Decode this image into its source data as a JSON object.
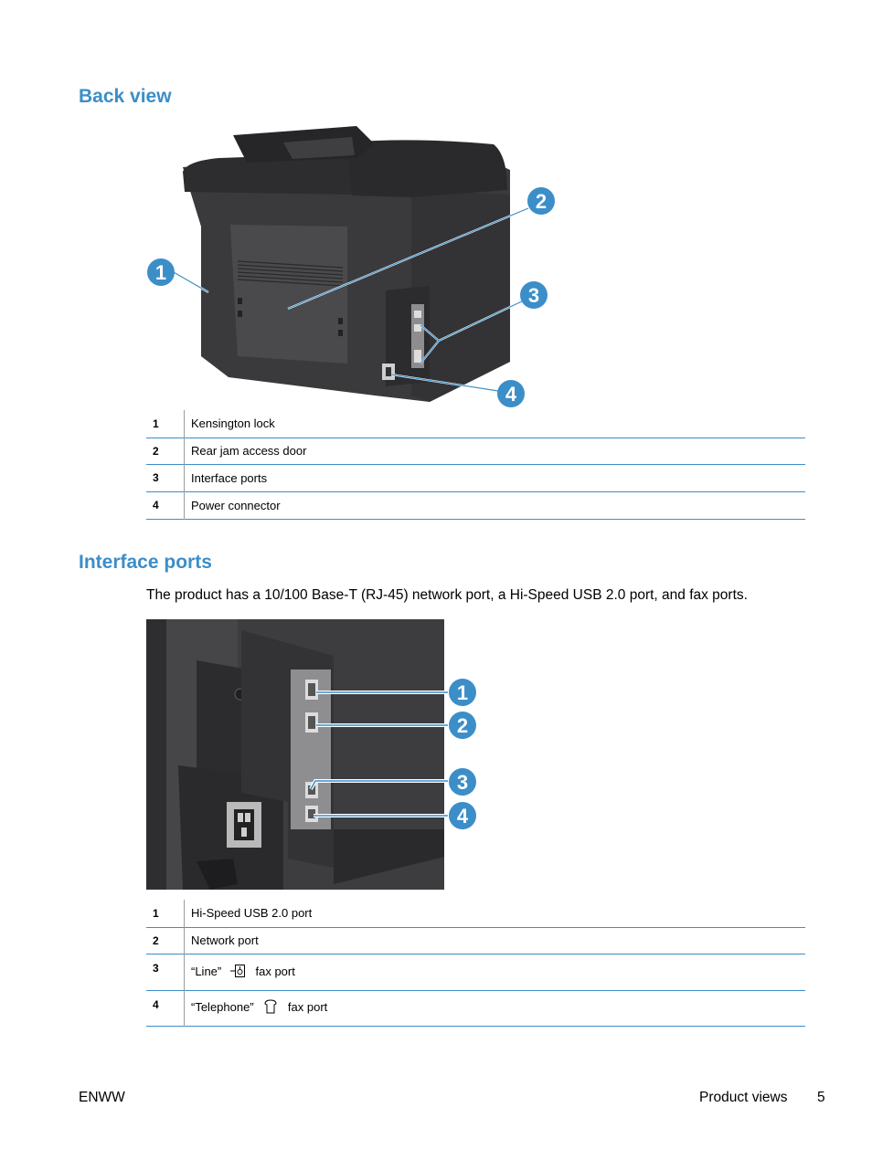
{
  "back_view": {
    "heading": "Back view",
    "callout_numbers": [
      "1",
      "2",
      "3",
      "4"
    ],
    "items": [
      {
        "num": "1",
        "label": "Kensington lock"
      },
      {
        "num": "2",
        "label": "Rear jam access door"
      },
      {
        "num": "3",
        "label": "Interface ports"
      },
      {
        "num": "4",
        "label": "Power connector"
      }
    ]
  },
  "interface_ports": {
    "heading": "Interface ports",
    "intro": "The product has a 10/100 Base-T (RJ-45) network port, a Hi-Speed USB 2.0 port, and fax ports.",
    "callout_numbers": [
      "1",
      "2",
      "3",
      "4"
    ],
    "items": [
      {
        "num": "1",
        "label": "Hi-Speed USB 2.0 port"
      },
      {
        "num": "2",
        "label": "Network port"
      },
      {
        "num": "3",
        "label_before": "“Line”",
        "label_after": "fax port",
        "icon": "line-port-icon"
      },
      {
        "num": "4",
        "label_before": "“Telephone”",
        "label_after": "fax port",
        "icon": "telephone-icon"
      }
    ]
  },
  "footer": {
    "left": "ENWW",
    "section": "Product views",
    "page": "5"
  },
  "colors": {
    "accent": "#3c8ec8",
    "device_dark": "#3a3a3c",
    "device_mid": "#4a4a4d"
  }
}
